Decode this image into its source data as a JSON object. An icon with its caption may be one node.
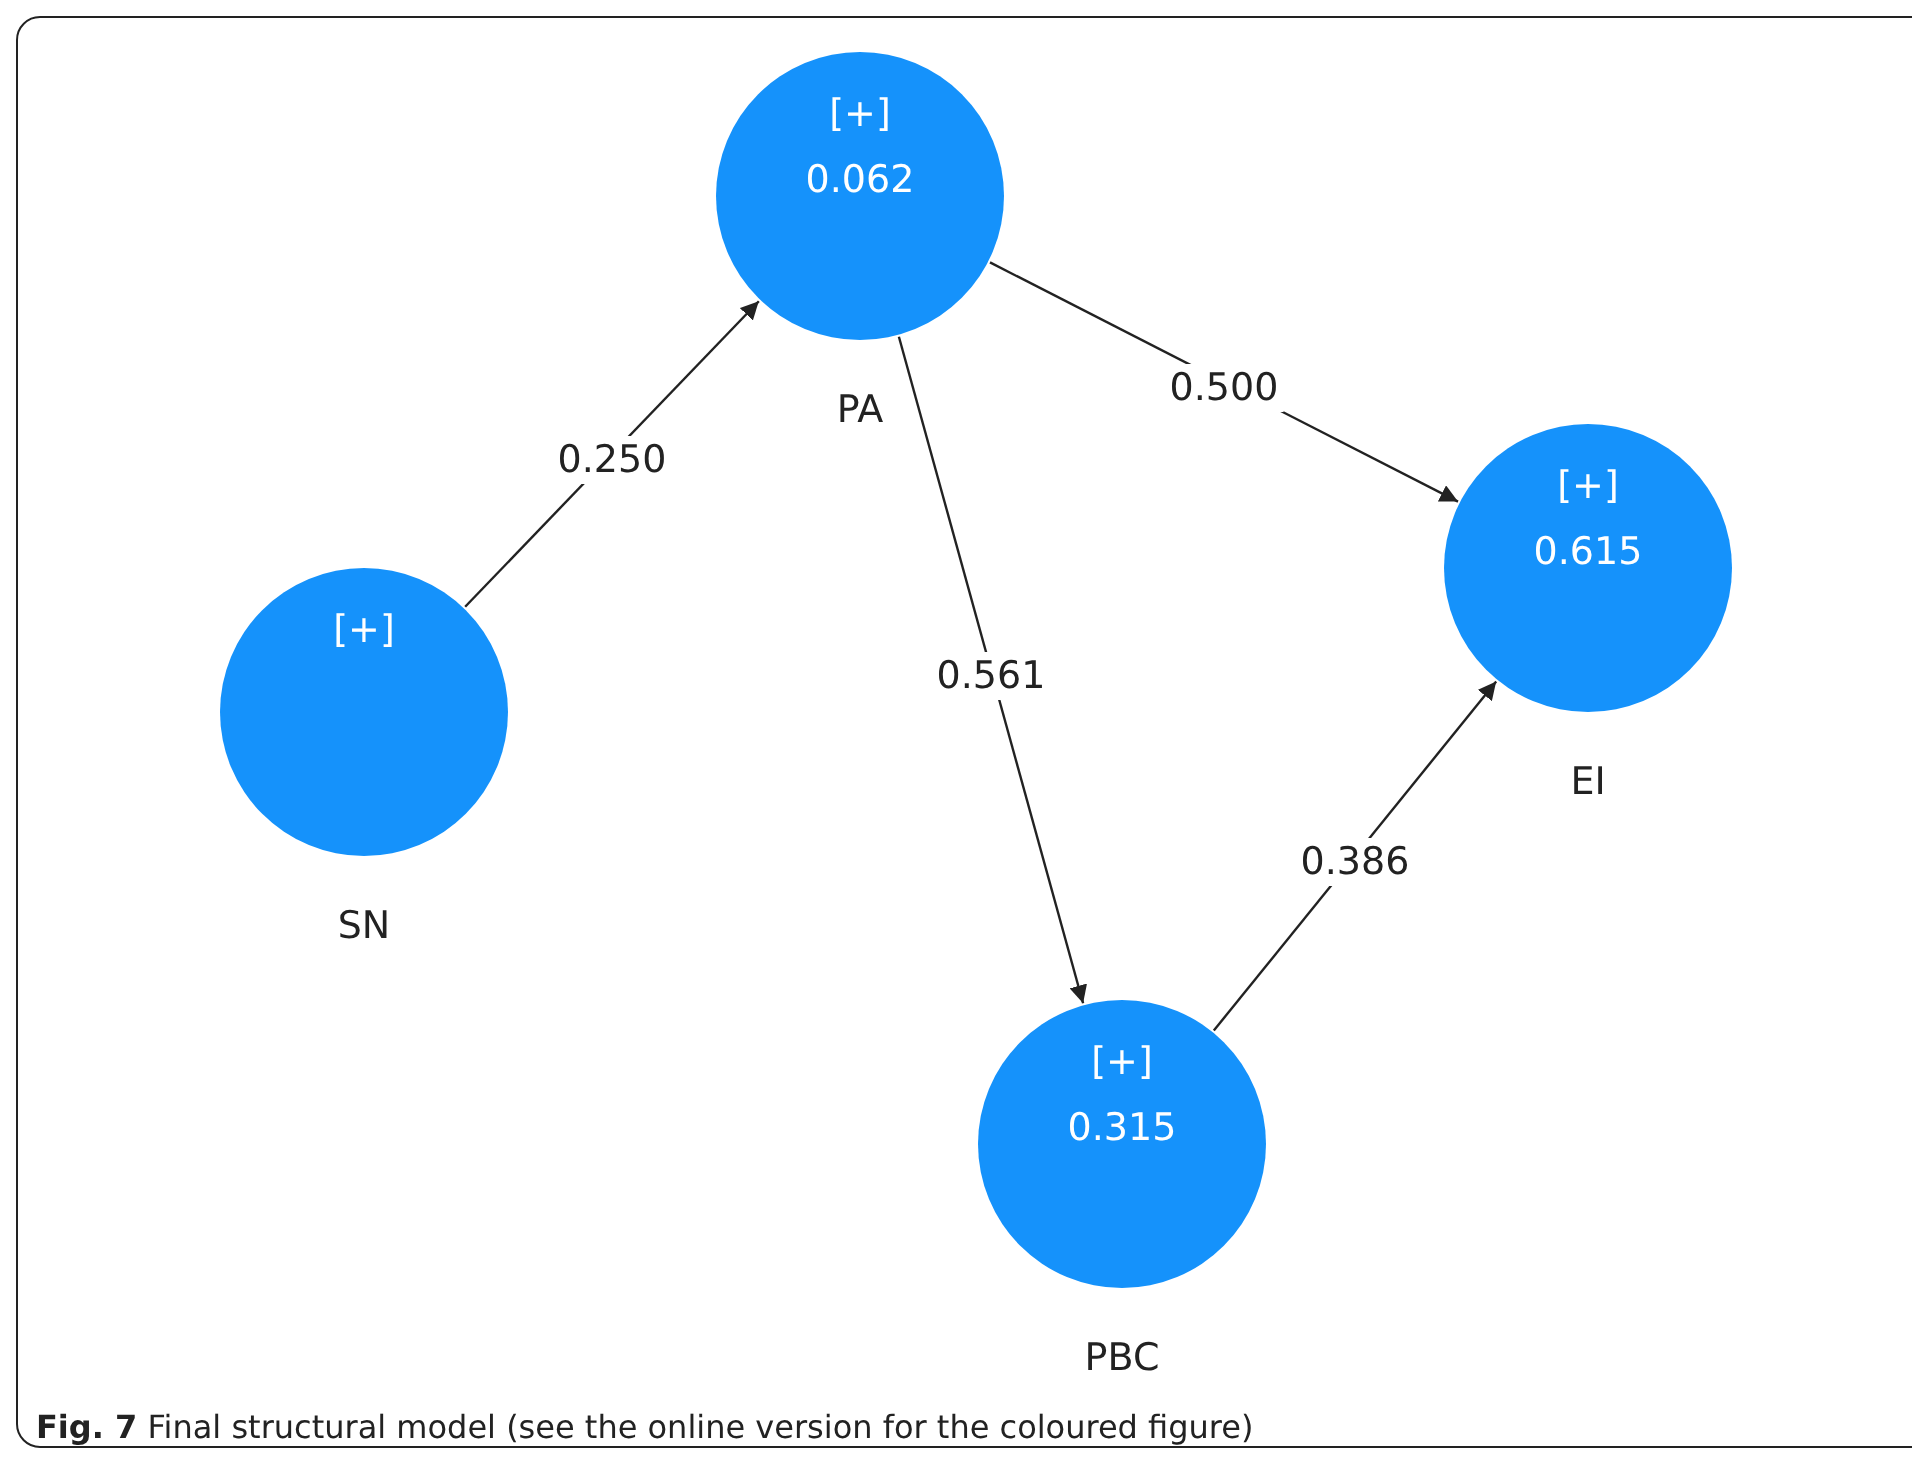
{
  "diagram": {
    "caption": "**Fig. 7** Final structural model (see the online version for the coloured figure)",
    "nodes": [
      {
        "text": [
          "[+]",
          "0.062"
        ],
        "beside": [
          "PA"
        ]
      },
      {
        "text": [
          "[+]"
        ],
        "beside": [
          "SN"
        ]
      },
      {
        "text": [
          "[+]",
          "0.615"
        ],
        "beside": [
          "EI"
        ]
      },
      {
        "text": [
          "[+]",
          "0.315"
        ],
        "beside": [
          "PBC"
        ]
      }
    ],
    "edges": [
      {
        "from": 1,
        "to": 0,
        "arrow": "to",
        "label": "0.250"
      },
      {
        "from": 0,
        "to": 2,
        "arrow": "to",
        "label": "0.500"
      },
      {
        "from": 0,
        "to": 3,
        "arrow": "to",
        "label": "0.561"
      },
      {
        "from": 3,
        "to": 2,
        "arrow": "to",
        "label": "0.386"
      }
    ]
  }
}
